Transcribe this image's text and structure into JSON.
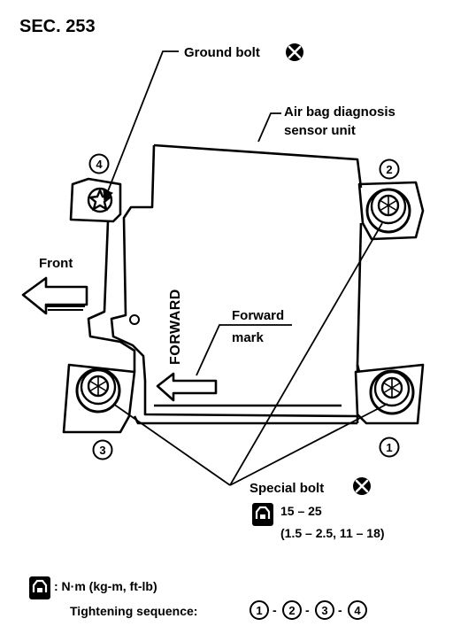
{
  "section": "SEC. 253",
  "callouts": {
    "ground_bolt": "Ground bolt",
    "unit_line1": "Air bag diagnosis",
    "unit_line2": "sensor unit",
    "front": "Front",
    "forward_text": "FORWARD",
    "forward_mark_line1": "Forward",
    "forward_mark_line2": "mark",
    "special_bolt": "Special bolt"
  },
  "bolt_numbers": [
    "1",
    "2",
    "3",
    "4"
  ],
  "torque": {
    "range": "15 – 25",
    "alt": "(1.5 – 2.5, 11 – 18)"
  },
  "legend": {
    "units": ": N·m (kg-m, ft-lb)",
    "sequence_label": "Tightening sequence:",
    "sequence": [
      "1",
      "2",
      "3",
      "4"
    ],
    "separator": "-"
  }
}
